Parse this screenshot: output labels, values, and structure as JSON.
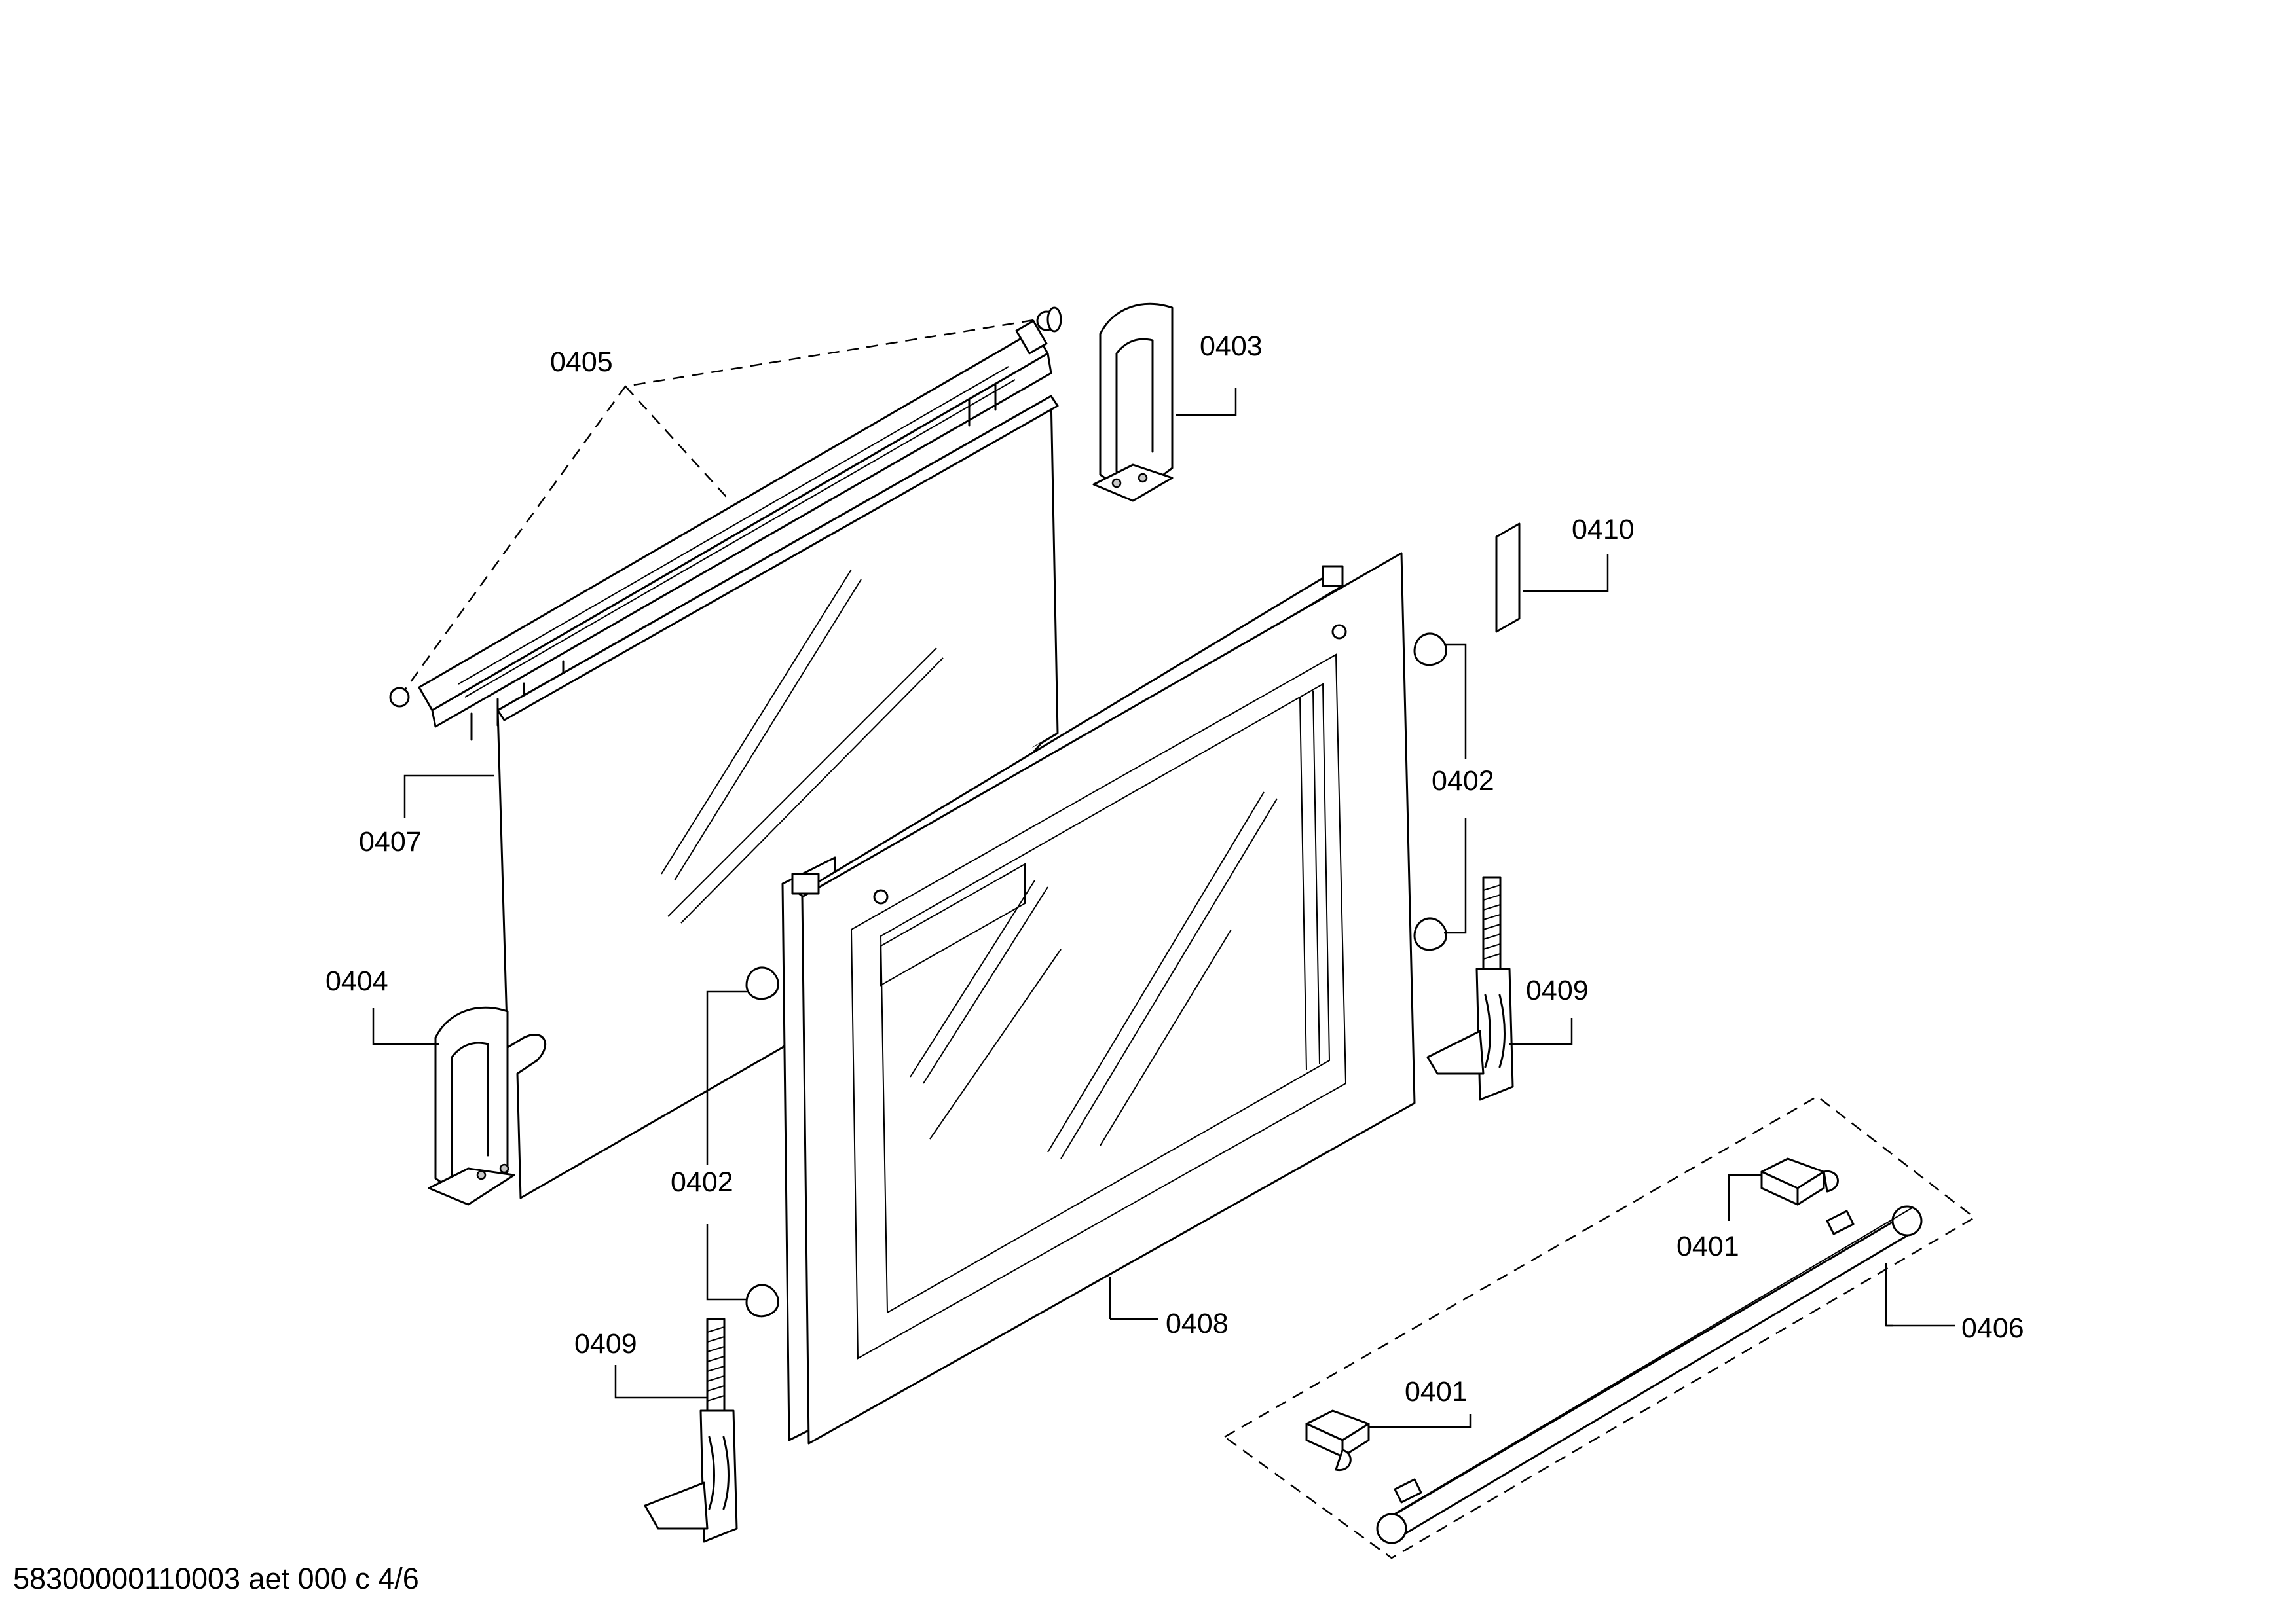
{
  "diagram": {
    "labels": {
      "p0405": "0405",
      "p0403": "0403",
      "p0410": "0410",
      "p0402_right": "0402",
      "p0407": "0407",
      "p0404": "0404",
      "p0409_right": "0409",
      "p0402_left": "0402",
      "p0401_right": "0401",
      "p0408": "0408",
      "p0406": "0406",
      "p0409_left": "0409",
      "p0401_left": "0401"
    },
    "footer": "58300000110003 aet 000 c 4/6"
  }
}
